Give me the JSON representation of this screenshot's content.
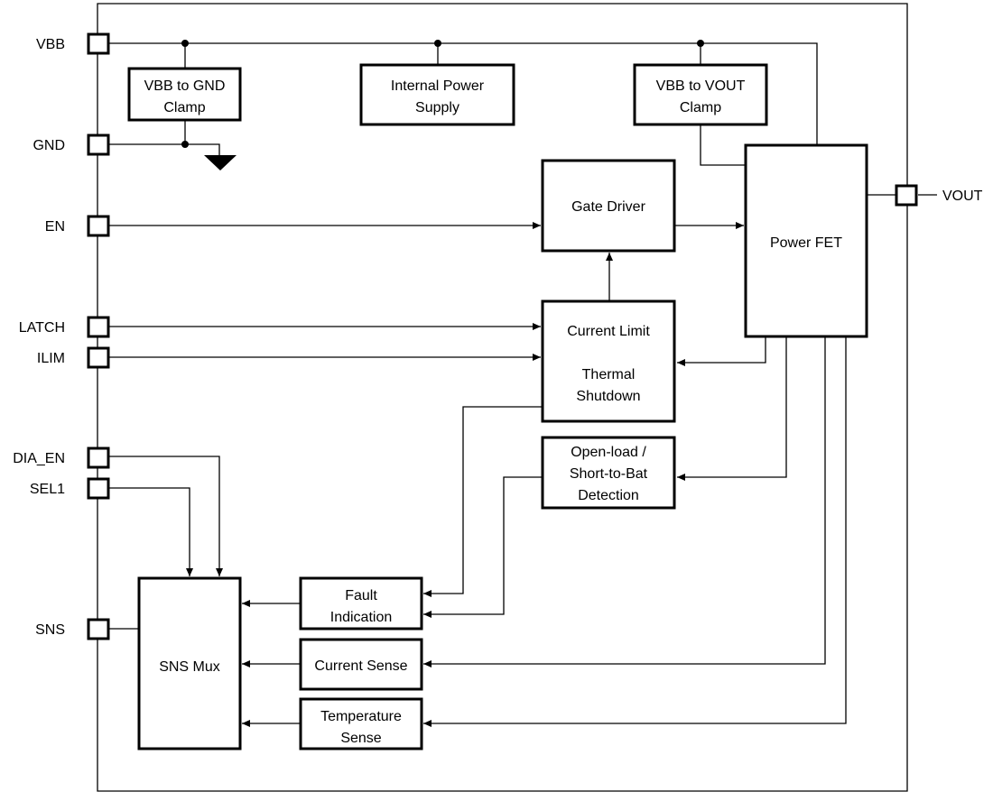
{
  "pins": {
    "vbb": "VBB",
    "gnd": "GND",
    "en": "EN",
    "latch": "LATCH",
    "ilim": "ILIM",
    "dia_en": "DIA_EN",
    "sel1": "SEL1",
    "sns": "SNS",
    "vout": "VOUT"
  },
  "blocks": {
    "vbb_gnd_clamp": {
      "line1": "VBB to GND",
      "line2": "Clamp"
    },
    "internal_power_supply": {
      "line1": "Internal Power",
      "line2": "Supply"
    },
    "vbb_vout_clamp": {
      "line1": "VBB to VOUT",
      "line2": "Clamp"
    },
    "gate_driver": {
      "line1": "Gate Driver"
    },
    "power_fet": {
      "line1": "Power FET"
    },
    "current_limit_thermal": {
      "line1": "Current Limit",
      "line2": "Thermal",
      "line3": "Shutdown"
    },
    "open_load": {
      "line1": "Open-load /",
      "line2": "Short-to-Bat",
      "line3": "Detection"
    },
    "fault_indication": {
      "line1": "Fault",
      "line2": "Indication"
    },
    "current_sense": {
      "line1": "Current Sense"
    },
    "temperature_sense": {
      "line1": "Temperature",
      "line2": "Sense"
    },
    "sns_mux": {
      "line1": "SNS Mux"
    }
  },
  "colors": {
    "line": "#000000",
    "background": "#ffffff"
  }
}
